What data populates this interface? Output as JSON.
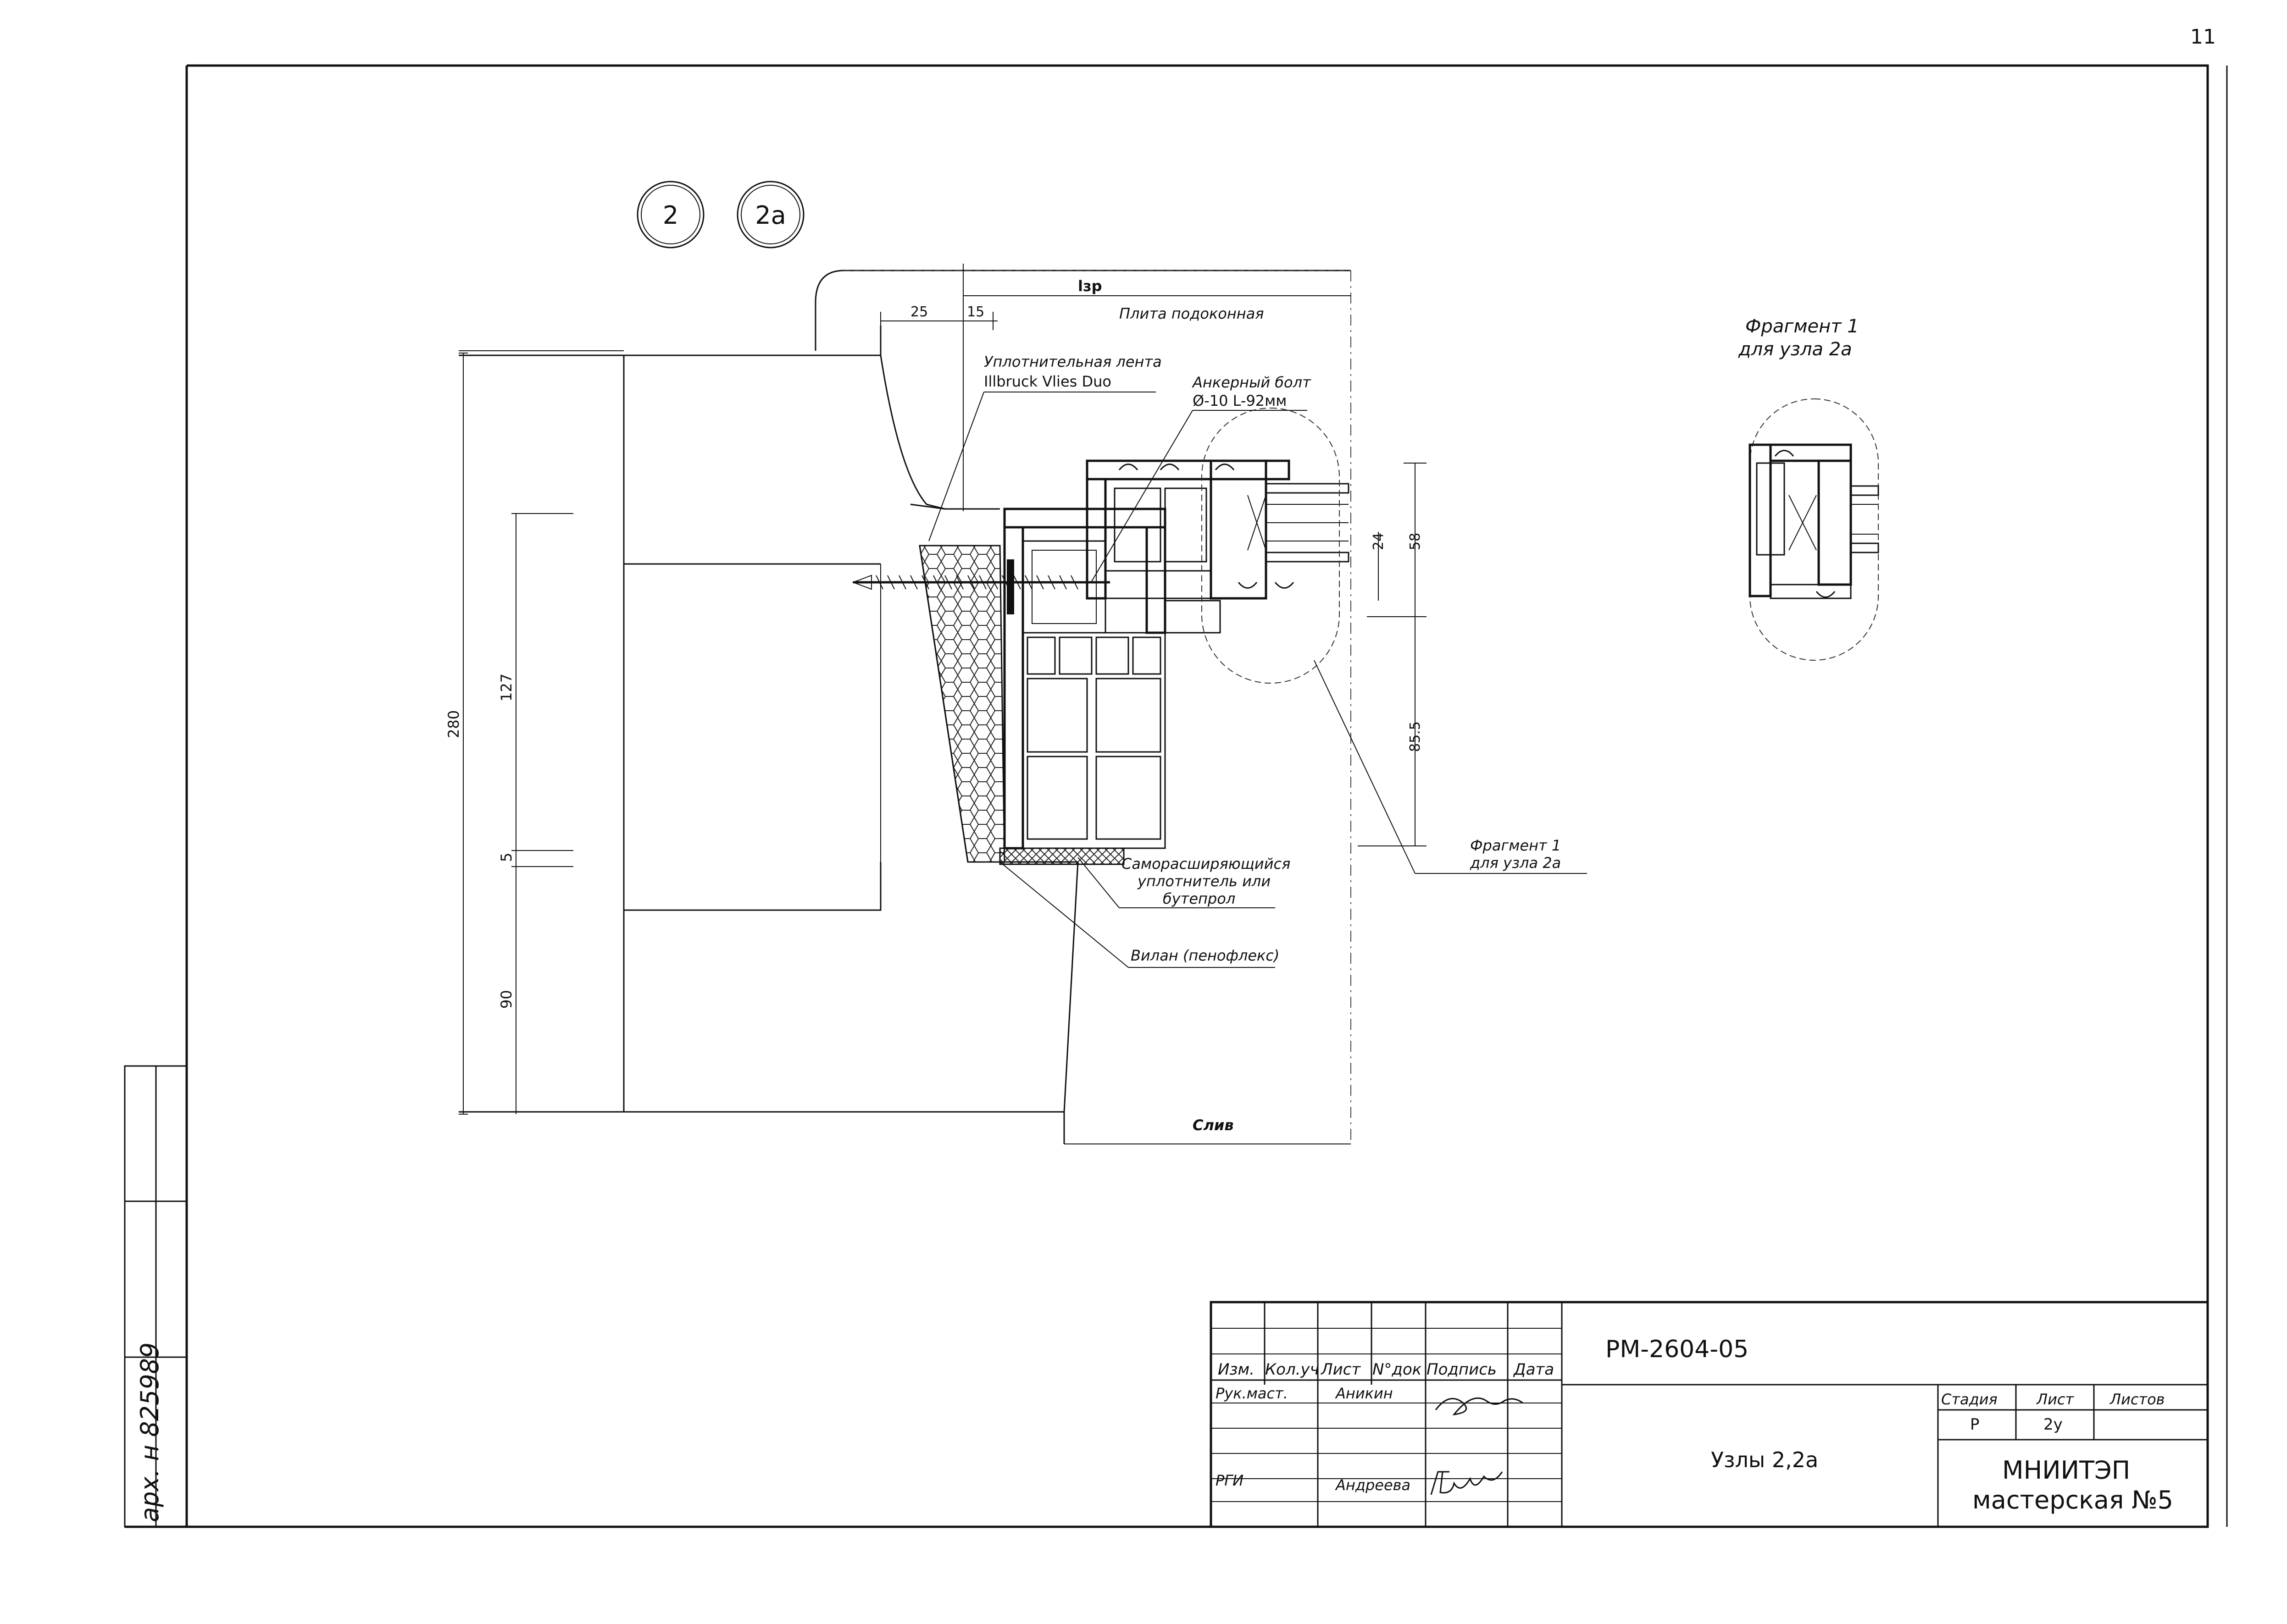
{
  "sheet": {
    "page_number": "11",
    "archive_stamp": "арх. н 825989"
  },
  "node_markers": [
    "2",
    "2а"
  ],
  "dimensions": {
    "lzp": "lзр",
    "d25": "25",
    "d15": "15",
    "d280": "280",
    "d127": "127",
    "d5": "5",
    "d90": "90",
    "d24": "24",
    "d58": "58",
    "d855": "85.5"
  },
  "labels": {
    "sill_plate": "Плита подоконная",
    "seal_tape_1": "Уплотнительная лента",
    "seal_tape_2": "Illbruck Vlies Duo",
    "anchor_1": "Анкерный болт",
    "anchor_2": "Ø-10   L-92мм",
    "self_exp_1": "Саморасширяющийся",
    "self_exp_2": "уплотнитель или",
    "self_exp_3": "бутепрол",
    "vilaterm": "Вилан (пенофлекс)",
    "drip": "Слив",
    "fragment_ref_1": "Фрагмент 1",
    "fragment_ref_2": "для узла 2а",
    "fragment_title_1": "Фрагмент 1",
    "fragment_title_2": "для узла 2а"
  },
  "title_block": {
    "headers": [
      "Изм.",
      "Кол.уч",
      "Лист",
      "N°док",
      "Подпись",
      "Дата"
    ],
    "role_1": "Рук.маст.",
    "person_1": "Аникин",
    "role_2": "РГИ",
    "person_2": "Андреева",
    "doc_code": "РМ-2604-05",
    "sheet_title": "Узлы 2,2а",
    "stage_label": "Стадия",
    "sheet_label": "Лист",
    "sheets_label": "Листов",
    "stage_value": "Р",
    "sheet_value": "2у",
    "org_1": "МНИИТЭП",
    "org_2": "мастерская №5"
  }
}
